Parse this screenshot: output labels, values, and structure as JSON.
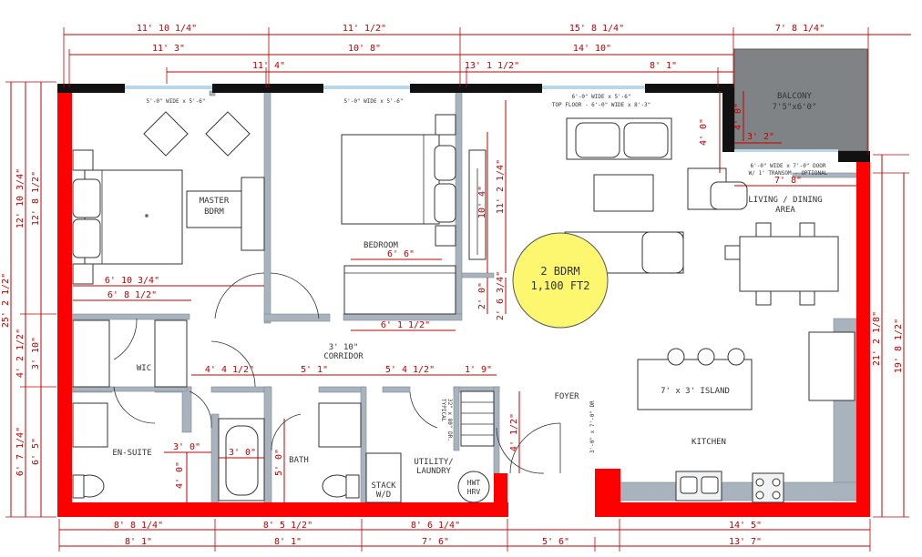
{
  "rooms": {
    "master": [
      "MASTER",
      "BDRM"
    ],
    "bedroom": "BEDROOM",
    "living": [
      "LIVING / DINING",
      "AREA"
    ],
    "wic": "WIC",
    "ensuite": "EN-SUITE",
    "bath": "BATH",
    "corridor": [
      "3' 10\"",
      "CORRIDOR"
    ],
    "utility": [
      "UTILITY/",
      "LAUNDRY"
    ],
    "stack": [
      "STACK",
      "W/D"
    ],
    "hwt": [
      "HWT",
      "HRV"
    ],
    "foyer": "FOYER",
    "kitchen": "KITCHEN",
    "island": "7' x 3' ISLAND",
    "balcony": [
      "BALCONY",
      "7'5\"x6'0\""
    ]
  },
  "windows": {
    "master": "5'-0\" WIDE x 5'-6\"",
    "bedroom": "5'-0\" WIDE x 5'-6\"",
    "living": [
      "6'-0\" WIDE x 5'-6\"",
      "TOP FLOOR - 6'-0\" WIDE x 8'-3\""
    ],
    "balcony_door": [
      "6'-0\" WIDE x 7'-0\" DOOR",
      "W/ 1' TRANSOM - OPTIONAL"
    ]
  },
  "door_notes": {
    "typical": [
      "32\" x 80\" DR.",
      "TYPICAL"
    ],
    "entry": "3'-0\" x 7'-0\" DR"
  },
  "area": [
    "2 BDRM",
    "1,100 FT2"
  ],
  "dims_top": [
    "11' 10 1/4\"",
    "11' 1/2\"",
    "15' 8 1/4\"",
    "7' 8 1/4\"",
    "11' 3\"",
    "10' 8\"",
    "14' 10\"",
    "11' 4\"",
    "13' 1 1/2\"",
    "8' 1\""
  ],
  "dims_bottom": [
    "8' 8 1/4\"",
    "8' 5 1/2\"",
    "8' 6 1/4\"",
    "14' 5\"",
    "8' 1\"",
    "8' 1\"",
    "7' 6\"",
    "5' 6\"",
    "13' 7\""
  ],
  "dims_left": [
    "25' 2 1/2\"",
    "12' 10 3/4\"",
    "12' 8 1/2\"",
    "4' 2 1/2\"",
    "3' 10\"",
    "6' 7 1/4\"",
    "6' 5\""
  ],
  "dims_right": [
    "21' 2 1/8\"",
    "19' 8 1/2\""
  ],
  "dims_inner": {
    "master_w1": "6' 10 3/4\"",
    "master_w2": "6' 8 1/2\"",
    "closet_w": "6' 6\"",
    "bed_dim": "6' 1 1/2\"",
    "bed_h1": "10' 4\"",
    "bed_h2": "11' 2 1/4\"",
    "closet_d1": "2' 0\"",
    "closet_d2": "2' 6 3/4\"",
    "ens_top": "4' 4 1/2\"",
    "ens_w": "3' 0\"",
    "ens_h": "4' 0\"",
    "bath_top": "5' 1\"",
    "bath_w": "3' 0\"",
    "bath_h": "5' 0\"",
    "util_top": "5' 4 1/2\"",
    "util_small": "1' 9\"",
    "util_h": "4' 1/2\"",
    "balc_h": "4' 0\"",
    "balc_w": "3' 2\"",
    "balc_in_h": "4' 0\"",
    "balc_in_w": "7' 8\""
  }
}
